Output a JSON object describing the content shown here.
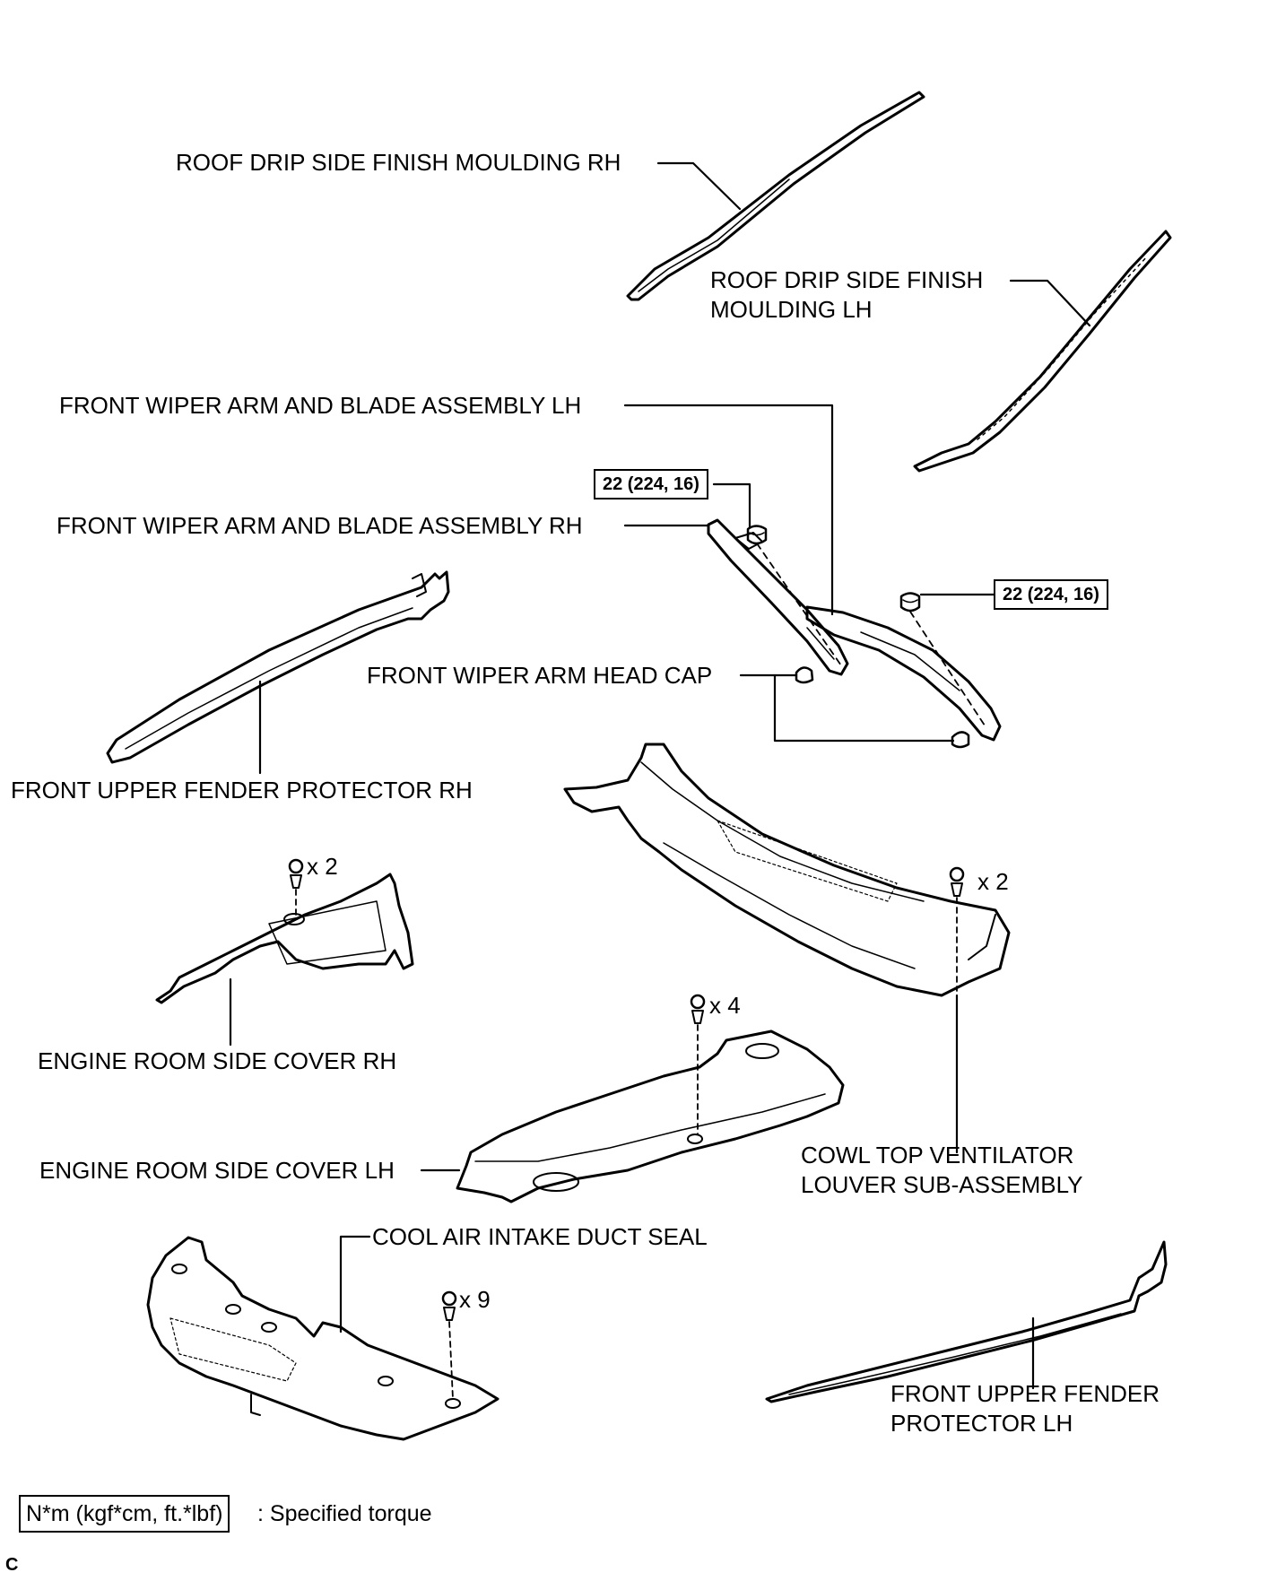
{
  "labels": {
    "roof_drip_rh": "ROOF DRIP SIDE FINISH MOULDING RH",
    "roof_drip_lh_line1": "ROOF DRIP SIDE FINISH",
    "roof_drip_lh_line2": "MOULDING LH",
    "wiper_arm_lh": "FRONT WIPER ARM AND BLADE ASSEMBLY LH",
    "wiper_arm_rh": "FRONT WIPER ARM AND BLADE ASSEMBLY RH",
    "wiper_head_cap": "FRONT WIPER ARM HEAD CAP",
    "fender_protector_rh": "FRONT UPPER FENDER PROTECTOR RH",
    "engine_cover_rh": "ENGINE ROOM SIDE COVER RH",
    "engine_cover_lh": "ENGINE ROOM SIDE COVER LH",
    "cowl_louver_line1": "COWL TOP VENTILATOR",
    "cowl_louver_line2": "LOUVER SUB-ASSEMBLY",
    "intake_duct_seal": "COOL AIR INTAKE DUCT SEAL",
    "fender_protector_lh_line1": "FRONT UPPER FENDER",
    "fender_protector_lh_line2": "PROTECTOR LH"
  },
  "torque_specs": [
    {
      "id": "wiper-rh-nut",
      "value": "22 (224, 16)"
    },
    {
      "id": "wiper-lh-nut",
      "value": "22 (224, 16)"
    }
  ],
  "clip_counts": {
    "engine_cover_rh": "x 2",
    "cowl_louver": "x 2",
    "engine_cover_lh": "x 4",
    "intake_duct_seal": "x 9"
  },
  "legend": {
    "unit_box": "N*m (kgf*cm, ft.*lbf)",
    "description": ": Specified torque"
  },
  "figure_code": "C"
}
